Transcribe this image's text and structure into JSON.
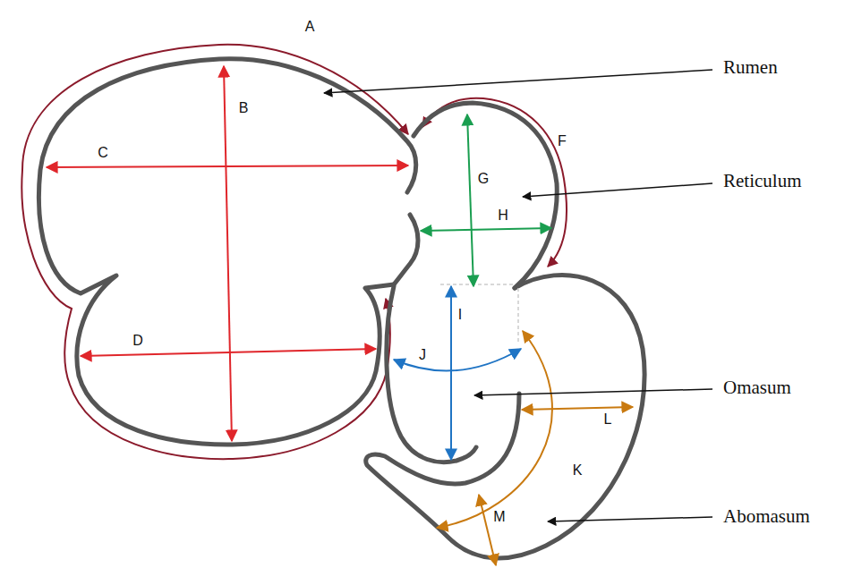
{
  "diagram": {
    "labels": [
      "A",
      "Rumen",
      "B",
      "F",
      "C",
      "G",
      "Reticulum",
      "H",
      "I",
      "J",
      "Omasum",
      "L",
      "K",
      "D",
      "M",
      "Abomasum"
    ]
  }
}
